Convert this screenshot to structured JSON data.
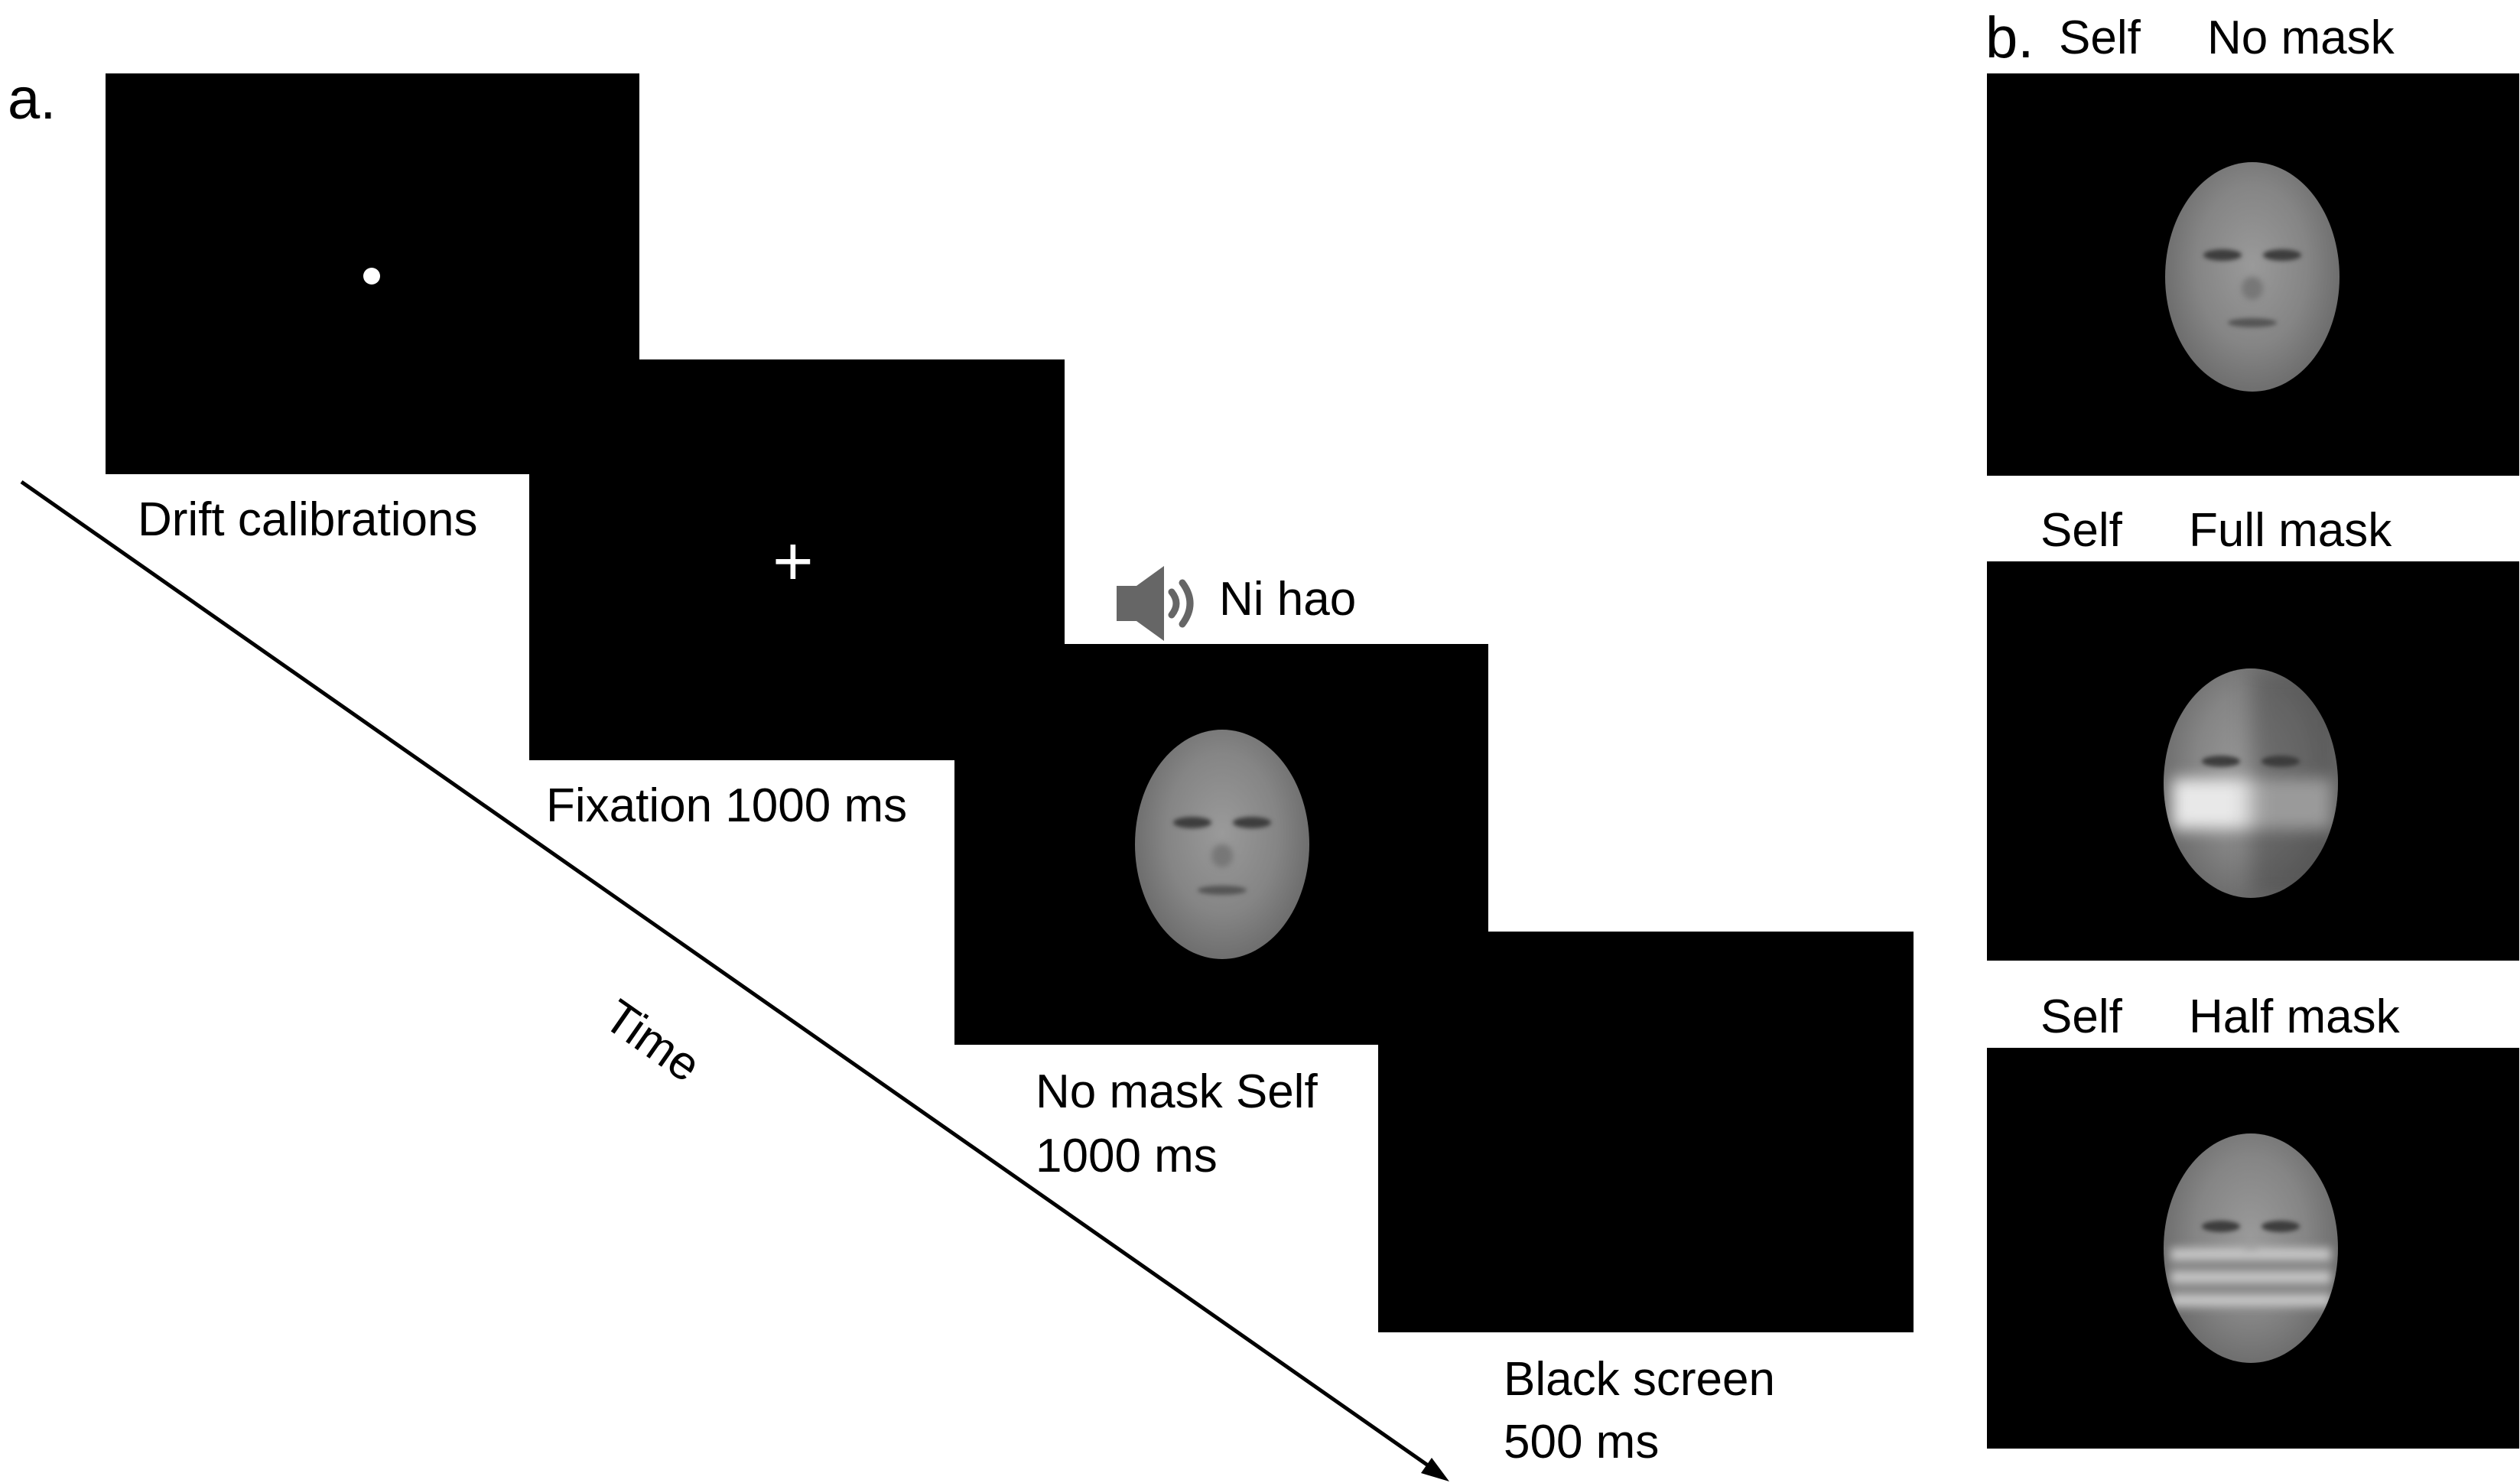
{
  "panel_a": {
    "letter": "a.",
    "trial_sequence": [
      {
        "label": "Drift calibrations",
        "stimulus": "white-dot"
      },
      {
        "label": "Fixation 1000 ms",
        "stimulus": "fixation-cross",
        "symbol": "+"
      },
      {
        "label_line1": "No mask Self",
        "label_line2": "1000 ms",
        "stimulus": "face-no-mask",
        "audio_label": "Ni hao"
      },
      {
        "label_line1": "Black screen",
        "label_line2": "500 ms",
        "stimulus": "blank"
      }
    ],
    "timeline_label": "Time"
  },
  "panel_b": {
    "letter": "b.",
    "conditions": [
      {
        "identity": "Self",
        "mask": "No mask",
        "stimulus": "face-no-mask"
      },
      {
        "identity": "Self",
        "mask": "Full mask",
        "stimulus": "face-full-mask"
      },
      {
        "identity": "Self",
        "mask": "Half mask",
        "stimulus": "face-half-mask"
      }
    ]
  },
  "colors": {
    "screen": "#000000",
    "background": "#ffffff",
    "speaker": "#666666"
  }
}
